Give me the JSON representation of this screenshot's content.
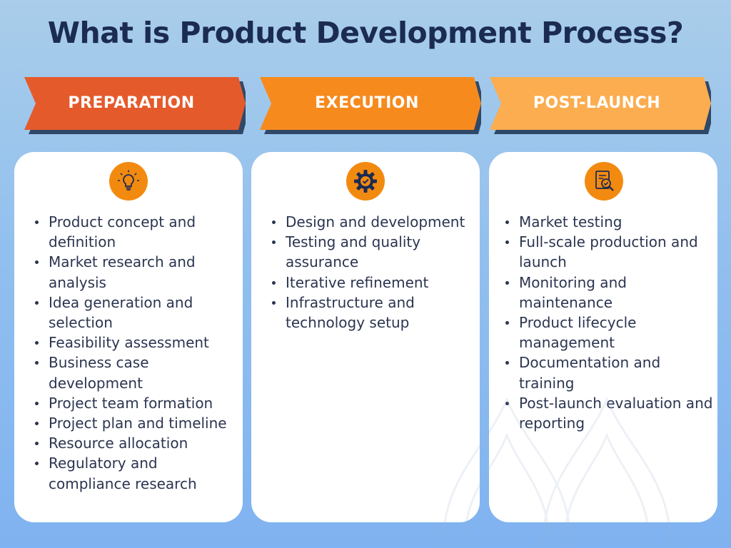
{
  "title": "What is Product Development Process?",
  "colors": {
    "background_top": "#a9cdea",
    "background_bottom": "#7fb2f0",
    "title": "#1b2b52",
    "preparation": "#e55a2b",
    "execution": "#f78a1d",
    "post_launch": "#fbad4f",
    "icon_circle": "#f28a10"
  },
  "stages": [
    {
      "label": "PREPARATION",
      "icon": "lightbulb-icon",
      "items": [
        "Product concept and definition",
        "Market research and analysis",
        "Idea generation and selection",
        "Feasibility assessment",
        "Business case development",
        "Project team formation",
        "Project plan and timeline",
        "Resource allocation",
        "Regulatory and compliance research"
      ]
    },
    {
      "label": "EXECUTION",
      "icon": "gear-check-icon",
      "items": [
        "Design and development",
        "Testing and quality assurance",
        "Iterative refinement",
        "Infrastructure and technology setup"
      ]
    },
    {
      "label": "POST-LAUNCH",
      "icon": "document-search-icon",
      "items": [
        "Market testing",
        "Full-scale production and launch",
        "Monitoring and maintenance",
        "Product lifecycle management",
        "Documentation and training",
        "Post-launch evaluation and reporting"
      ]
    }
  ]
}
